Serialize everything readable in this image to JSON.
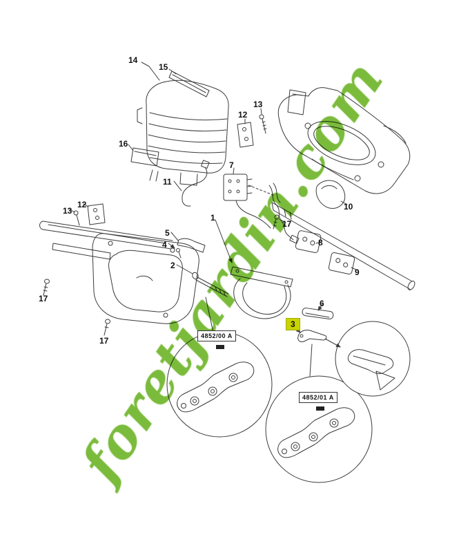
{
  "watermark": {
    "text": "foretjardin.com",
    "color": "#68b024"
  },
  "colors": {
    "highlight": "#c8d400",
    "line": "#3a3a3a",
    "background": "#ffffff"
  },
  "diagram": {
    "part_labels": [
      {
        "text": "14"
      },
      {
        "text": "15"
      },
      {
        "text": "12"
      },
      {
        "text": "13"
      },
      {
        "text": "16"
      },
      {
        "text": "11"
      },
      {
        "text": "7"
      },
      {
        "text": "10"
      },
      {
        "text": "13"
      },
      {
        "text": "12"
      },
      {
        "text": "1"
      },
      {
        "text": "5"
      },
      {
        "text": "4"
      },
      {
        "text": "2"
      },
      {
        "text": "17"
      },
      {
        "text": "8"
      },
      {
        "text": "9"
      },
      {
        "text": "6"
      },
      {
        "text": "17"
      },
      {
        "text": "17"
      }
    ],
    "selected_part": {
      "text": "3"
    },
    "callouts": [
      {
        "label": "4852/00 A"
      },
      {
        "label": "4852/01 A"
      }
    ]
  }
}
